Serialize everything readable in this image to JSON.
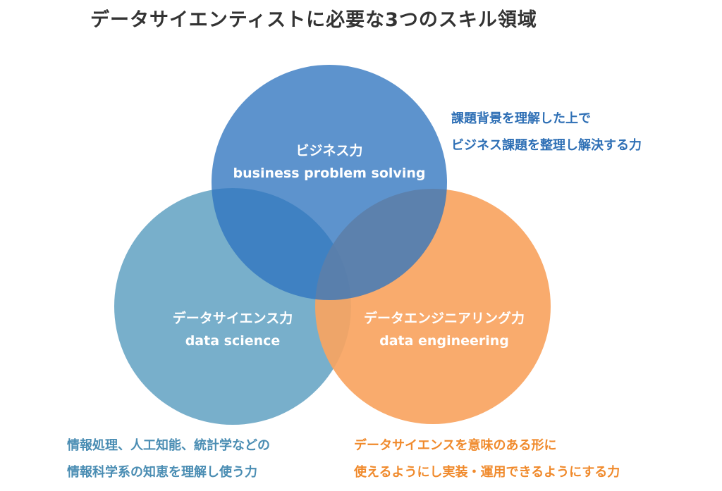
{
  "title": "データサイエンティストに必要な3つのスキル領域",
  "colors": {
    "business": "#3a7fc6",
    "science": "#78afcb",
    "engineering": "#f9a461"
  },
  "circles": {
    "business": {
      "ja": "ビジネス力",
      "en": "business problem solving"
    },
    "science": {
      "ja": "データサイエンス力",
      "en": "data science"
    },
    "engineering": {
      "ja": "データエンジニアリング力",
      "en": "data engineering"
    }
  },
  "descriptions": {
    "business": [
      "課題背景を理解した上で",
      "ビジネス課題を整理し解決する力"
    ],
    "science": [
      "情報処理、人工知能、統計学などの",
      "情報科学系の知恵を理解し使う力"
    ],
    "engineering": [
      "データサイエンスを意味のある形に",
      "使えるようにし実装・運用できるようにする力"
    ]
  }
}
